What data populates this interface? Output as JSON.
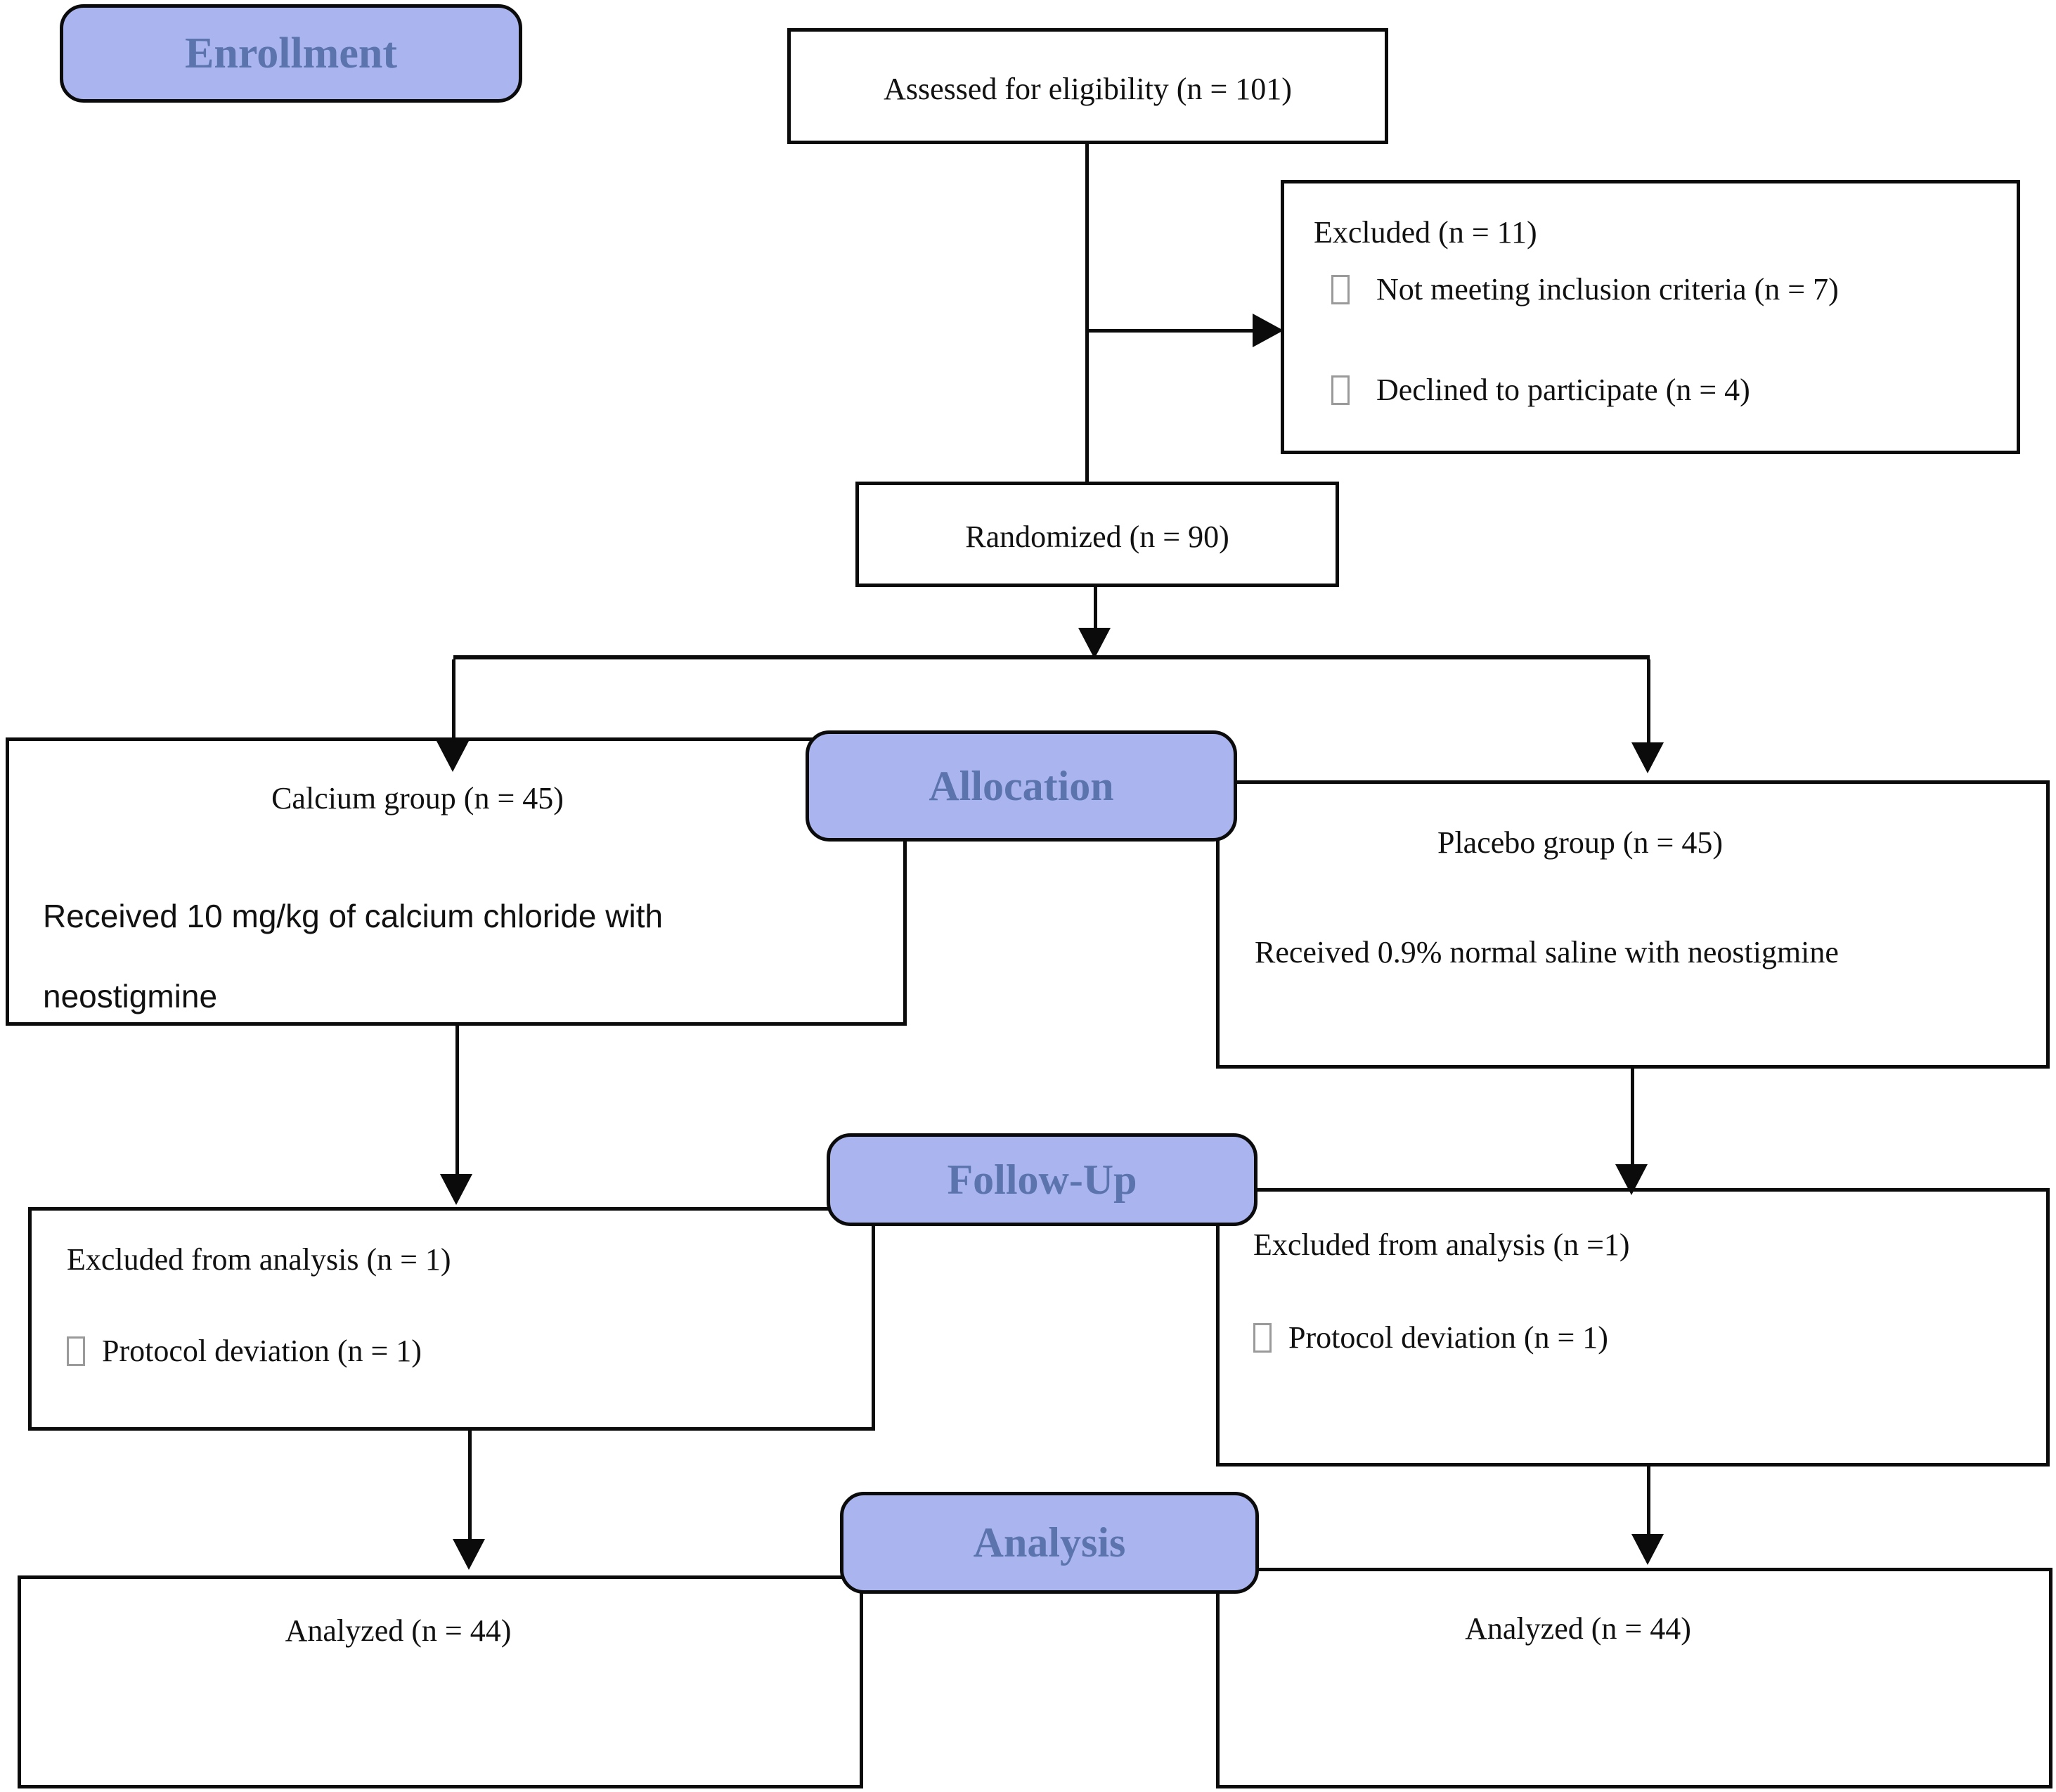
{
  "palette": {
    "badge_fill": "#aab4ee",
    "badge_text": "#5b74ad",
    "line_color": "#0b0b0b",
    "box_background": "#ffffff",
    "bullet_border": "#9a9a9a"
  },
  "badges": {
    "enrollment": {
      "label": "Enrollment"
    },
    "allocation": {
      "label": "Allocation"
    },
    "follow_up": {
      "label": "Follow-Up"
    },
    "analysis": {
      "label": "Analysis"
    }
  },
  "nodes": {
    "assessed": {
      "text": "Assessed for eligibility (n = 101)"
    },
    "excluded": {
      "title": "Excluded (n = 11)",
      "bullets": [
        "Not meeting inclusion criteria (n = 7)",
        "Declined to participate (n = 4)"
      ]
    },
    "randomized": {
      "text": "Randomized (n = 90)"
    },
    "calcium_group": {
      "title": "Calcium group (n = 45)",
      "description_line1": "Received 10 mg/kg of calcium chloride with",
      "description_line2": "neostigmine"
    },
    "placebo_group": {
      "title": "Placebo group (n = 45)",
      "description": "Received 0.9% normal saline with neostigmine"
    },
    "calcium_excluded": {
      "title": "Excluded from analysis (n = 1)",
      "bullets": [
        "Protocol deviation (n = 1)"
      ]
    },
    "placebo_excluded": {
      "title": "Excluded from analysis (n =1)",
      "bullets": [
        "Protocol deviation (n = 1)"
      ]
    },
    "calcium_analyzed": {
      "text": "Analyzed (n = 44)"
    },
    "placebo_analyzed": {
      "text": "Analyzed (n = 44)"
    }
  }
}
